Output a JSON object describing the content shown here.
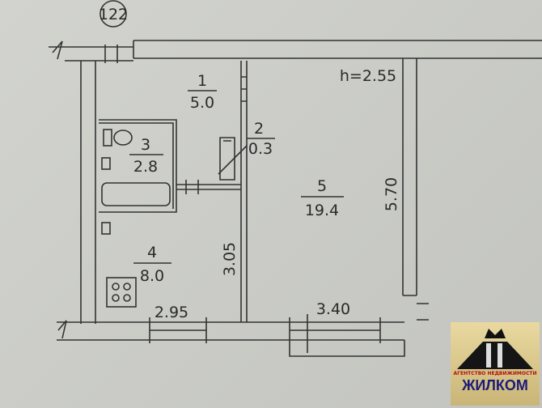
{
  "plan": {
    "building_number": "122",
    "ceiling_height": "h=2.55",
    "rooms": [
      {
        "number": "1",
        "area": "5.0"
      },
      {
        "number": "2",
        "area": "0.3"
      },
      {
        "number": "3",
        "area": "2.8"
      },
      {
        "number": "4",
        "area": "8.0"
      },
      {
        "number": "5",
        "area": "19.4"
      }
    ],
    "dimensions": {
      "kitchen_width": "2.95",
      "room_width": "3.40",
      "room_length": "5.70",
      "kitchen_length": "3.05"
    }
  },
  "logo": {
    "subtitle": "АГЕНТСТВО НЕДВИЖИМОСТИ",
    "brand": "ЖИЛКОМ"
  }
}
